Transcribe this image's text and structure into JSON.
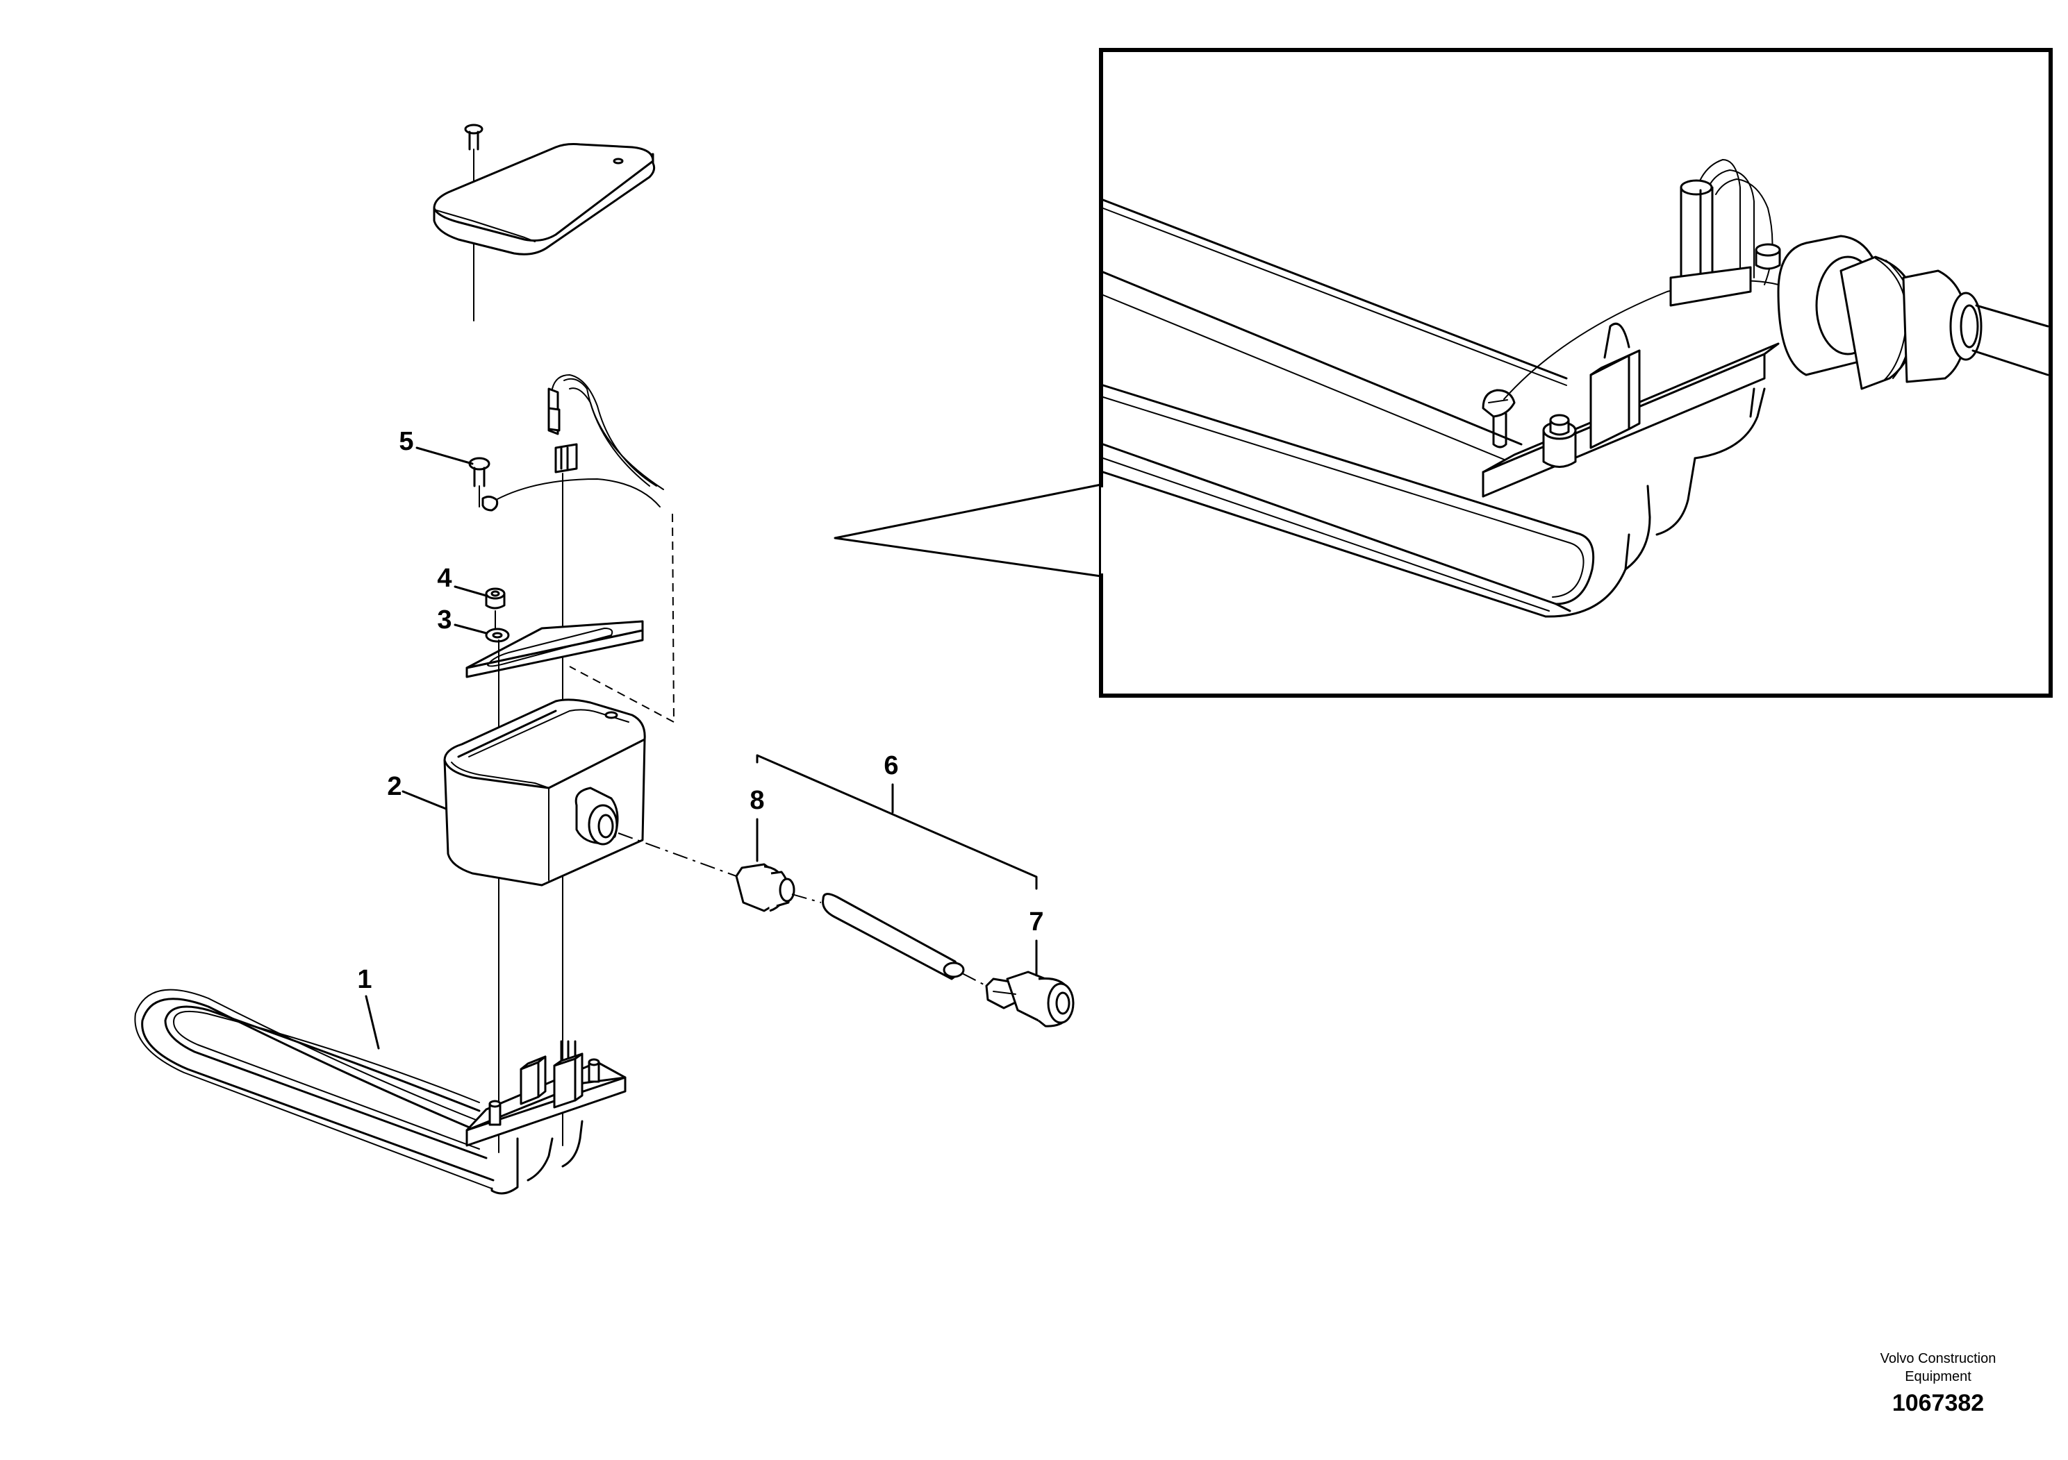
{
  "callouts": {
    "c1": "1",
    "c2": "2",
    "c3": "3",
    "c4": "4",
    "c5": "5",
    "c6": "6",
    "c7": "7",
    "c8": "8"
  },
  "footer": {
    "company_line1": "Volvo Construction",
    "company_line2": "Equipment",
    "doc_number": "1067382"
  }
}
